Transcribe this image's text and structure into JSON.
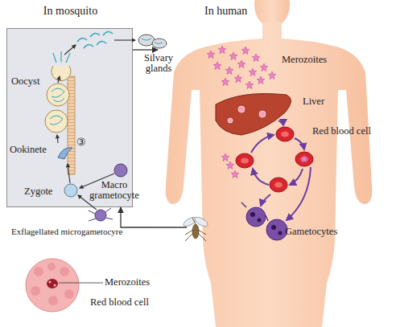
{
  "diagram": {
    "nodes": [
      {
        "text": [
          "In mosquito"
        ]
      },
      {
        "text": [
          "In human"
        ]
      }
    ],
    "edges": [
      {
        "from": 0,
        "to": 1,
        "arrow": "to"
      },
      {
        "from": 1,
        "to": 0,
        "arrow": "to"
      }
    ],
    "labels": [
      "Silvary glands",
      "Merozoites",
      "Liver",
      "Red blood cell",
      "Oocyst",
      "Ookinete",
      "③",
      "Zygote",
      "Macro grametocyte",
      "Gametocytes",
      "Exflagellated microgametocyre",
      "Merozoites",
      "Red blood cell"
    ]
  }
}
